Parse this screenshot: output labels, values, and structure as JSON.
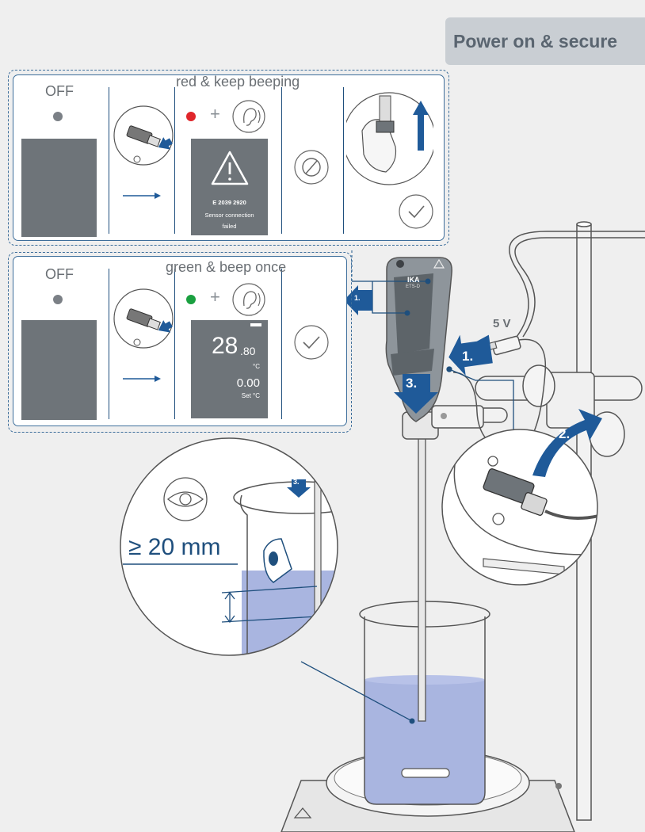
{
  "section_title": "Power on & secure",
  "panel_error": {
    "off_label": "OFF",
    "status_label": "red & keep beeping",
    "error_code": "E 2039 2920",
    "error_message_line1": "Sensor connection",
    "error_message_line2": "failed",
    "led_color": "#e0262b"
  },
  "panel_ok": {
    "off_label": "OFF",
    "status_label": "green & beep once",
    "temperature_main": "28",
    "temperature_decimals": ".80",
    "temperature_unit": "°C",
    "set_value": "0.00",
    "set_label": "Set °C",
    "led_color": "#1aa040"
  },
  "device": {
    "brand": "IKA",
    "model_short": "ETS-D",
    "voltage_label": "5 V"
  },
  "steps": {
    "step1": "1.",
    "step2": "2.",
    "step3": "3."
  },
  "immersion_label": "≥ 20 mm",
  "colors": {
    "accent_blue": "#1f5a99",
    "dark_blue": "#1f4f7d",
    "liquid": "#a9b5e0",
    "panel_border": "#3d6e9b",
    "title_bg": "#c9ced3"
  }
}
